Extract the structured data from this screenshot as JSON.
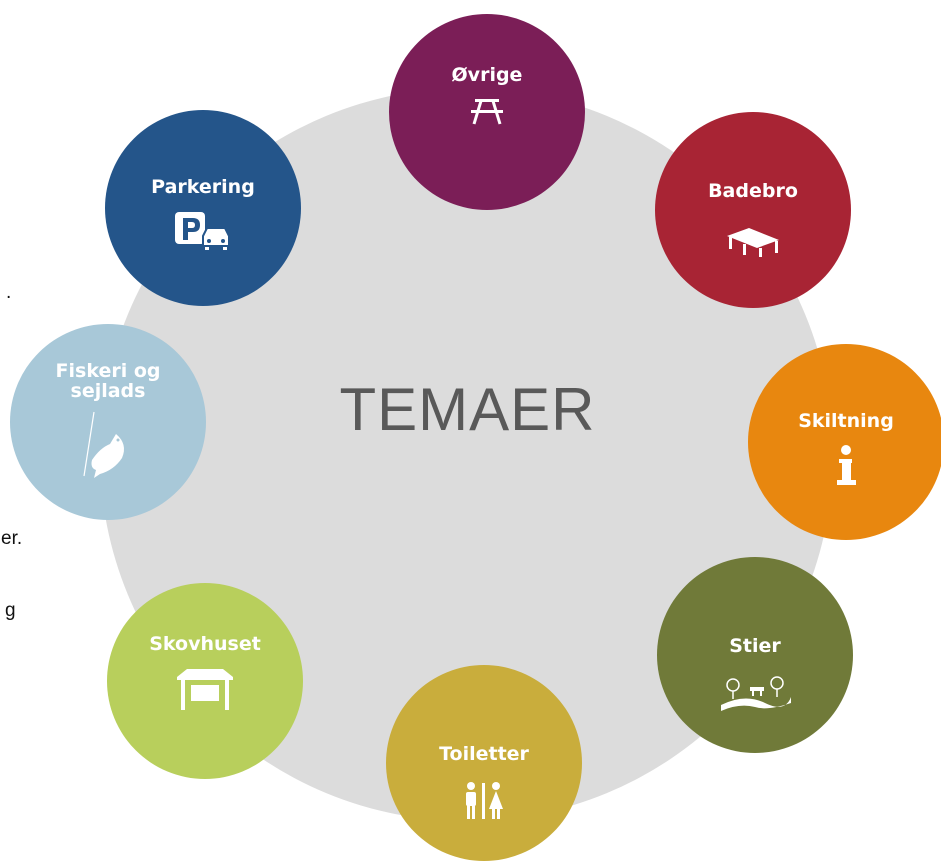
{
  "title": "TEMAER",
  "colors": {
    "background_circle": "#dcdcdc",
    "ovrige": "#7b1e57",
    "badebro": "#a82434",
    "skiltning": "#e8870f",
    "stier": "#707a39",
    "toiletter": "#c9ad3c",
    "skovhuset": "#b8cf5c",
    "fiskeri": "#a8c8d8",
    "parkering": "#24558a"
  },
  "themes": [
    {
      "key": "ovrige",
      "label": "Øvrige",
      "icon": "picnic-table-icon"
    },
    {
      "key": "badebro",
      "label": "Badebro",
      "icon": "jetty-icon"
    },
    {
      "key": "skiltning",
      "label": "Skiltning",
      "icon": "info-icon"
    },
    {
      "key": "stier",
      "label": "Stier",
      "icon": "path-icon"
    },
    {
      "key": "toiletter",
      "label": "Toiletter",
      "icon": "toilet-icon"
    },
    {
      "key": "skovhuset",
      "label": "Skovhuset",
      "icon": "shelter-icon"
    },
    {
      "key": "fiskeri",
      "label": "Fiskeri og\nsejlads",
      "icon": "fish-icon"
    },
    {
      "key": "parkering",
      "label": "Parkering",
      "icon": "parking-icon"
    }
  ],
  "edge_fragments": {
    "a": ".",
    "b": "er.",
    "c": "g"
  }
}
